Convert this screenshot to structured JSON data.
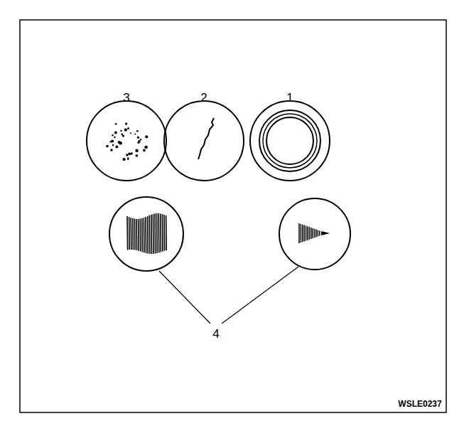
{
  "diagram": {
    "labels": [
      "3",
      "2",
      "1",
      "4",
      "WSLE0237"
    ]
  }
}
